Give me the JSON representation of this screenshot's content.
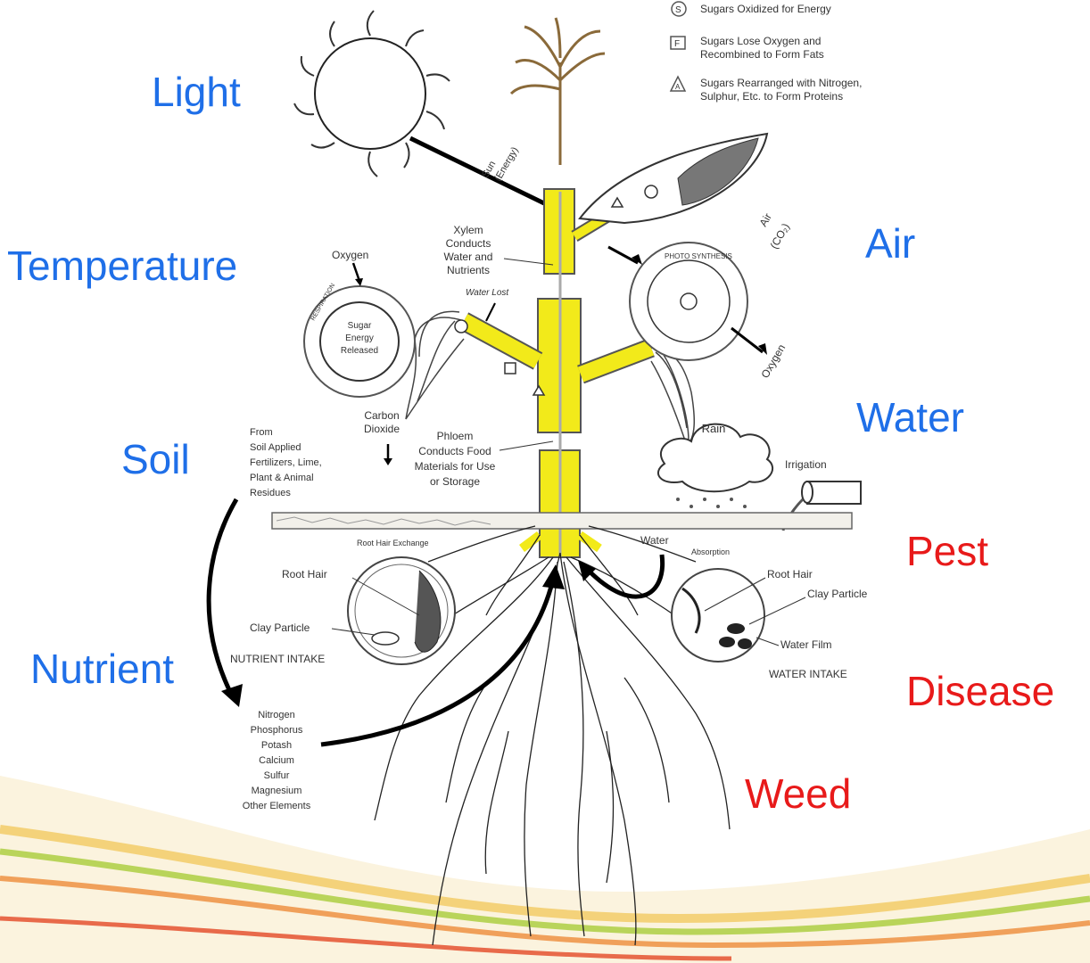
{
  "legend": [
    {
      "symbol": "S",
      "text": "Sugars Oxidized for Energy"
    },
    {
      "symbol": "F",
      "text_line1": "Sugars Lose Oxygen and",
      "text_line2": "Recombined to Form Fats"
    },
    {
      "symbol": "A",
      "text_line1": "Sugars Rearranged with Nitrogen,",
      "text_line2": "Sulphur, Etc. to Form Proteins"
    }
  ],
  "factors": {
    "light": "Light",
    "temperature": "Temperature",
    "soil": "Soil",
    "nutrient": "Nutrient",
    "air": "Air",
    "water": "Water",
    "pest": "Pest",
    "disease": "Disease",
    "weed": "Weed"
  },
  "labels": {
    "sun_energy_1": "Sun",
    "sun_energy_2": "(Energy)",
    "xylem": [
      "Xylem",
      "Conducts",
      "Water and",
      "Nutrients"
    ],
    "water_lost": "Water Lost",
    "oxygen_in": "Oxygen",
    "respiration": "RESPIRATION",
    "sugar_energy": [
      "Sugar",
      "Energy",
      "Released"
    ],
    "carbon_dioxide": [
      "Carbon",
      "Dioxide"
    ],
    "air_co2": [
      "Air",
      "(CO₂)"
    ],
    "photosynthesis": "PHOTO SYNTHESIS",
    "oxygen_out": "Oxygen",
    "phloem": [
      "Phloem",
      "Conducts Food",
      "Materials for Use",
      "or Storage"
    ],
    "from_soil": [
      "From",
      "Soil Applied",
      "Fertilizers, Lime,",
      "Plant & Animal",
      "Residues"
    ],
    "rain": "Rain",
    "irrigation": "Irrigation",
    "root_hair_exchange": "Root Hair Exchange",
    "water_arrow": "Water",
    "absorption": "Absorption",
    "root_hair_left": "Root Hair",
    "clay_particle_left": "Clay Particle",
    "nutrient_intake": "NUTRIENT INTAKE",
    "root_hair_right": "Root Hair",
    "clay_particle_right": "Clay Particle",
    "water_film": "Water Film",
    "water_intake": "WATER INTAKE",
    "nutrients_list": [
      "Nitrogen",
      "Phosphorus",
      "Potash",
      "Calcium",
      "Sulfur",
      "Magnesium",
      "Other Elements"
    ]
  },
  "colors": {
    "factor_blue": "#1f6fe8",
    "factor_red": "#e81a1a",
    "vessel_yellow": "#f2ea1a"
  }
}
